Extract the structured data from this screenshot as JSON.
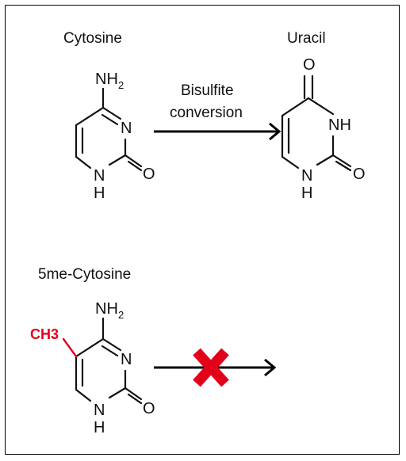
{
  "labels": {
    "cytosine": "Cytosine",
    "uracil": "Uracil",
    "methyl_cytosine": "5me-Cytosine",
    "conversion_line1": "Bisulfite",
    "conversion_line2": "conversion"
  },
  "atoms": {
    "nh2": "NH",
    "nh2_sub": "2",
    "n": "N",
    "nh": "NH",
    "n_low": "N",
    "h": "H",
    "o": "O",
    "ch3": "CH3"
  },
  "colors": {
    "methyl": "#e3001b",
    "blocked_mark": "#e3001b",
    "arrow": "#000000"
  },
  "icons": {
    "blocked": "red-x-icon"
  }
}
